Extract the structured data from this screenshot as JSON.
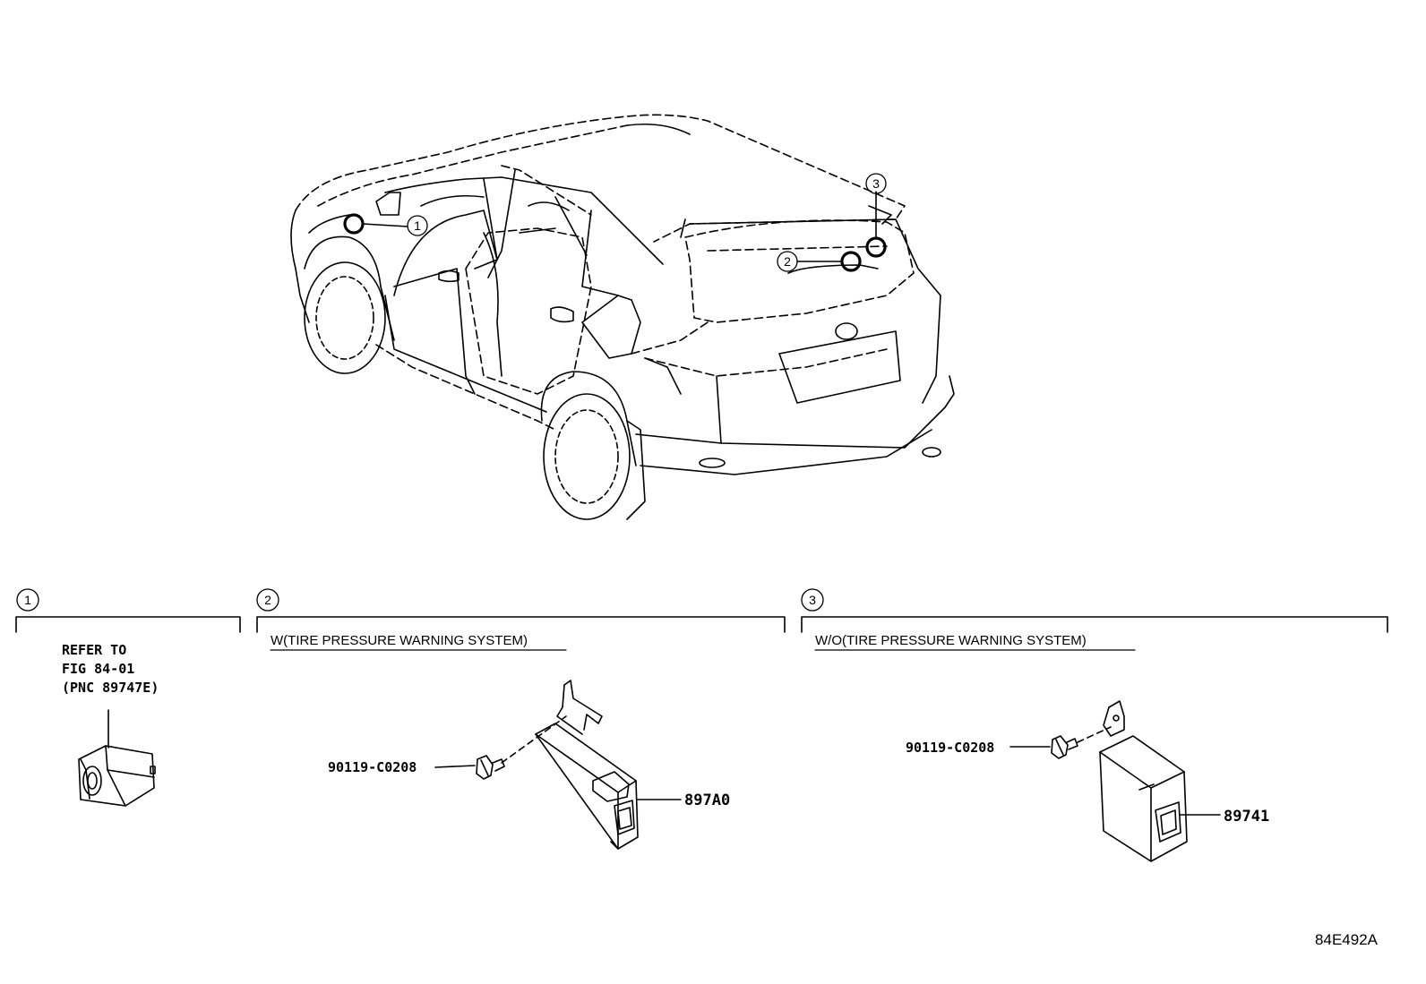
{
  "callouts": {
    "c1": "1",
    "c2": "2",
    "c3": "3"
  },
  "sections": {
    "s1": {
      "number": "1",
      "refer_line1": "REFER TO",
      "refer_line2": "FIG 84-01",
      "refer_line3": "(PNC 89747E)"
    },
    "s2": {
      "number": "2",
      "title": "W(TIRE PRESSURE WARNING SYSTEM)",
      "bolt_part": "90119-C0208",
      "unit_part": "897A0"
    },
    "s3": {
      "number": "3",
      "title": "W/O(TIRE PRESSURE WARNING SYSTEM)",
      "bolt_part": "90119-C0208",
      "unit_part": "89741"
    }
  },
  "figure_id": "84E492A",
  "icons": [
    "vehicle-drawing",
    "connector-icon",
    "bolt-icon",
    "control-unit-icon"
  ]
}
